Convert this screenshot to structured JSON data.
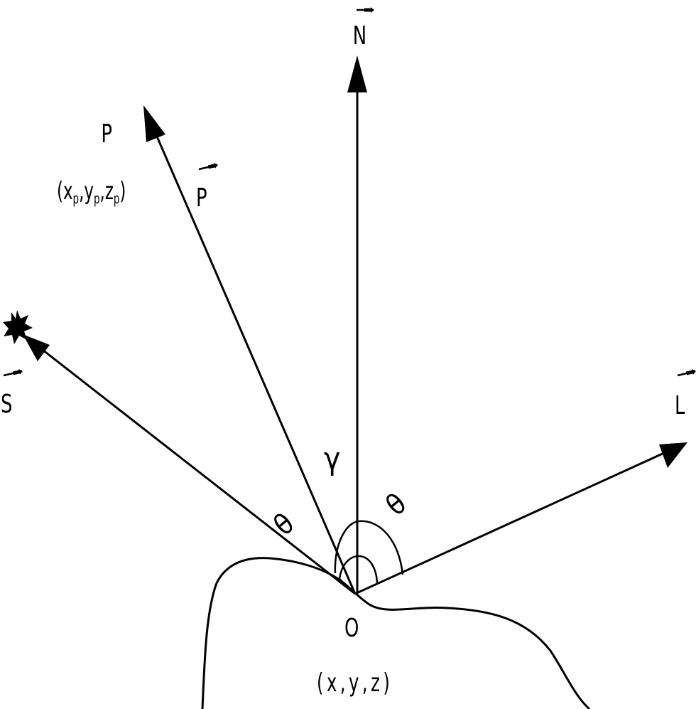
{
  "labels": {
    "normal": "N",
    "point_p": "P",
    "point_p_coords": {
      "x": "x",
      "y": "y",
      "z": "z",
      "sub": "p"
    },
    "vector_p": "P",
    "vector_s": "S",
    "vector_l": "L",
    "gamma": "γ",
    "theta_left": "θ",
    "theta_right": "θ",
    "origin": "O",
    "origin_coords": "(x,y,z)"
  },
  "colors": {
    "stroke": "#000000",
    "background": "#ffffff"
  }
}
